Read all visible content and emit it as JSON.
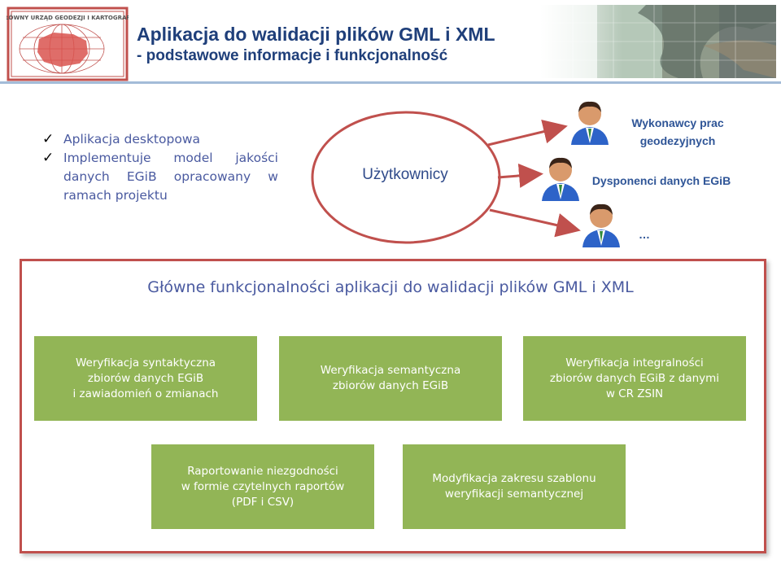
{
  "header": {
    "title_line1": "Aplikacja do walidacji plików GML i XML",
    "title_line2": "- podstawowe informacje i funkcjonalność",
    "logo_text": "GŁÓWNY URZĄD GEODEZJI I KARTOGRAFII"
  },
  "features": [
    {
      "text": "Aplikacja desktopowa",
      "icon": "check-icon"
    },
    {
      "text": "Implementuje model jakości danych EGiB opracowany w ramach projektu",
      "icon": "check-icon"
    }
  ],
  "users": {
    "label": "Użytkownicy",
    "roles": [
      "Wykonawcy prac\ngeodezyjnych",
      "Dysponenci danych EGiB",
      "…"
    ]
  },
  "functions": {
    "title": "Główne funkcjonalności aplikacji do walidacji plików GML i XML",
    "boxes": [
      "Weryfikacja syntaktyczna\nzbiorów danych EGiB\ni zawiadomień o zmianach",
      "Weryfikacja semantyczna\nzbiorów danych EGiB",
      "Weryfikacja integralności\nzbiorów danych EGiB z danymi\nw CR ZSIN",
      "Raportowanie niezgodności\nw formie czytelnych raportów\n(PDF i CSV)",
      "Modyfikacja zakresu szablonu\nweryfikacji semantycznej"
    ]
  },
  "colors": {
    "title": "#1f3f7a",
    "accent_red": "#c0504d",
    "box_green": "#92b556",
    "text_blue": "#4a5aa0"
  }
}
